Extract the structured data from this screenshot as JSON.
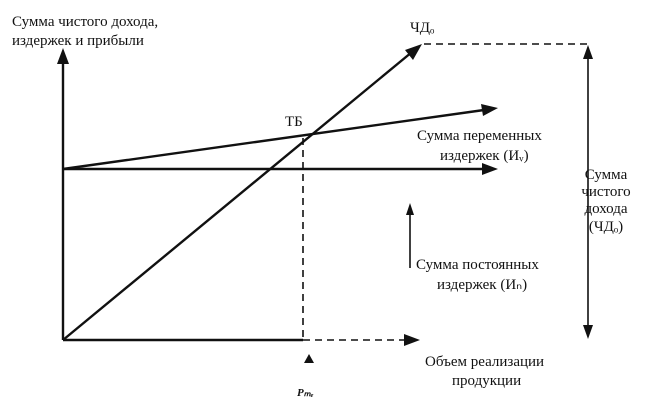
{
  "labels": {
    "y_axis_line1": "Сумма чистого дохода,",
    "y_axis_line2": "издержек и прибыли",
    "cd_line": "ЧДₒ",
    "tb": "ТБ",
    "variable_line1": "Сумма переменных",
    "variable_line2": "издержек (Иᵥ)",
    "net_income_line1": "Сумма",
    "net_income_line2": "чистого",
    "net_income_line3": "дохода",
    "net_income_line4": "(ЧДₒ)",
    "fixed_line1": "Сумма постоянных",
    "fixed_line2": "издержек (Иₙ)",
    "x_axis_line1": "Объем реализации",
    "x_axis_line2": "продукции",
    "breakeven_volume": "Pₘₑ"
  },
  "colors": {
    "ink": "#111111",
    "background": "#ffffff"
  }
}
